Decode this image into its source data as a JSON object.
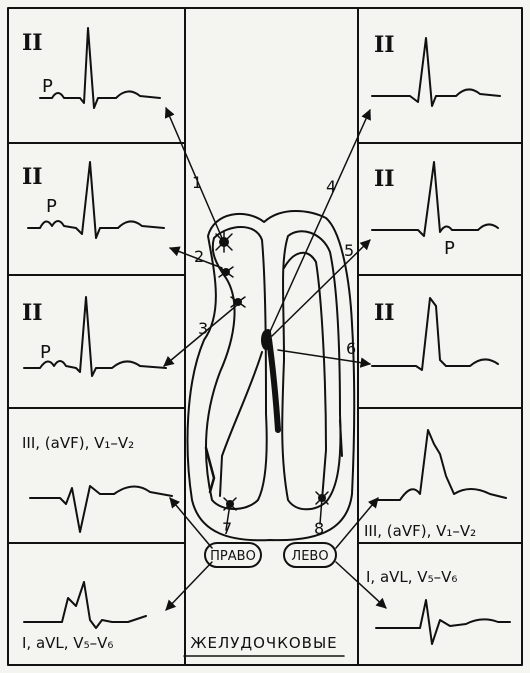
{
  "panels": [
    {
      "id": "L1",
      "lead": "II",
      "p": "P"
    },
    {
      "id": "L2",
      "lead": "II",
      "p": "P"
    },
    {
      "id": "L3",
      "lead": "II",
      "p": "P"
    },
    {
      "id": "L4",
      "lead": "III, (aVF), V₁–V₂"
    },
    {
      "id": "L5",
      "lead": "I, aVL, V₅–V₆"
    },
    {
      "id": "R1",
      "lead": "II"
    },
    {
      "id": "R2",
      "lead": "II",
      "p": "P"
    },
    {
      "id": "R3",
      "lead": "II"
    },
    {
      "id": "R4",
      "lead": "III, (aVF), V₁–V₂"
    },
    {
      "id": "R5",
      "lead": "I, aVL, V₅–V₆"
    }
  ],
  "points": [
    "1",
    "2",
    "3",
    "4",
    "5",
    "6",
    "7",
    "8"
  ],
  "labels": {
    "right": "ПРАВО",
    "left": "ЛЕВО",
    "title": "ЖЕЛУДОЧКОВЫЕ"
  }
}
